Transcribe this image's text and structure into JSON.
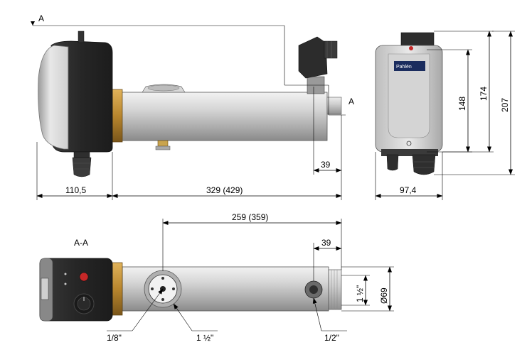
{
  "drawing": {
    "section_marker_top": "A",
    "section_marker_right": "A",
    "section_view_label": "A-A",
    "brand_plate": "Pahlén",
    "dimensions": {
      "left_body_width": "110,5",
      "tube_length": "329 (429)",
      "outlet_offset_side": "39",
      "front_width": "97,4",
      "height_inner": "148",
      "height_mid": "174",
      "height_total": "207",
      "port_distance": "259 (359)",
      "outlet_offset_section": "39",
      "thread_outlet": "1 ½\"",
      "outer_diameter": "Ø69"
    },
    "callouts": {
      "sensor_thread": "1/8\"",
      "inlet_thread": "1 ½\"",
      "drain_thread": "1/2\""
    }
  },
  "colors": {
    "housing_dark": "#2b2b2b",
    "cover_light": "#e6e6e6",
    "tube_metal": "#c4c4c4",
    "brass_ring": "#b8862e",
    "indicator_red": "#c62828"
  }
}
